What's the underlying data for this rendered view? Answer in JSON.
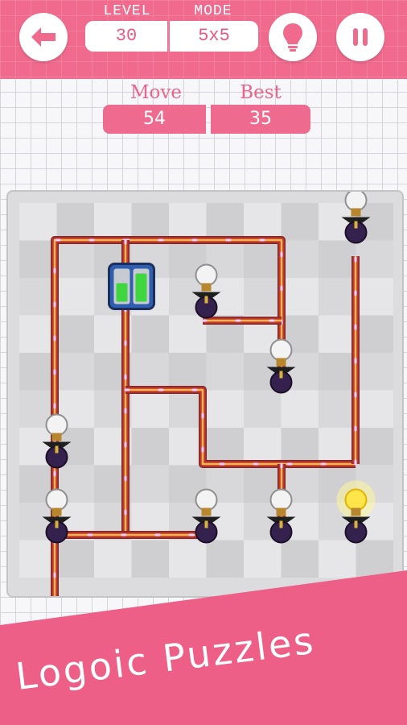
{
  "header": {
    "level_label": "LEVEL",
    "level_value": "30",
    "mode_label": "MODE",
    "mode_value": "5x5",
    "back_icon": "back-arrow-icon",
    "hint_icon": "lightbulb-icon",
    "pause_icon": "pause-icon"
  },
  "stats": {
    "move_label": "Move",
    "move_value": "54",
    "best_label": "Best",
    "best_value": "35"
  },
  "board": {
    "size": 5,
    "bulbs": [
      {
        "col": 4,
        "row": 0,
        "lit": false
      },
      {
        "col": 2,
        "row": 1,
        "lit": false
      },
      {
        "col": 3,
        "row": 2,
        "lit": false
      },
      {
        "col": 0,
        "row": 3,
        "lit": false
      },
      {
        "col": 0,
        "row": 4,
        "lit": false
      },
      {
        "col": 2,
        "row": 4,
        "lit": false
      },
      {
        "col": 3,
        "row": 4,
        "lit": false
      },
      {
        "col": 4,
        "row": 4,
        "lit": true
      }
    ],
    "battery": {
      "col": 1,
      "row": 1
    }
  },
  "banner": {
    "text": "Logoic Puzzles"
  },
  "colors": {
    "accent": "#f06a8d",
    "wire_outer": "#c8342c",
    "wire_inner": "#f5b84a",
    "bulb_lit": "#ffe44a"
  }
}
